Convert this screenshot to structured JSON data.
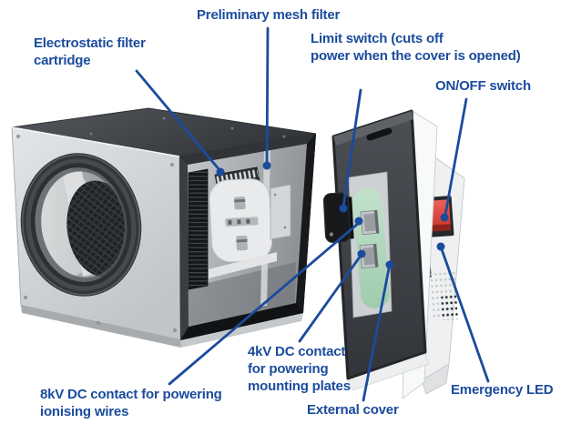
{
  "figure": {
    "type": "labeled-technical-diagram",
    "subject": "Electrostatic air filter unit with external cover removed",
    "colors": {
      "accent": "#1b4b9d",
      "background": "#ffffff",
      "switch_red": "#e2453e",
      "gasket_green": "#aed6bb",
      "housing_light": "#d6d9dc",
      "housing_dark": "#3c4045"
    },
    "callouts": [
      {
        "id": "electrostatic-filter-cartridge",
        "label": "Electrostatic filter\ncartridge"
      },
      {
        "id": "preliminary-mesh-filter",
        "label": "Preliminary mesh filter"
      },
      {
        "id": "limit-switch",
        "label": "Limit switch (cuts off\npower when the cover is opened)"
      },
      {
        "id": "on-off-switch",
        "label": "ON/OFF switch"
      },
      {
        "id": "contact-8kv",
        "label": "8kV DC contact for powering\nionising wires"
      },
      {
        "id": "contact-4kv",
        "label": "4kV DC contact\nfor powering\nmounting plates"
      },
      {
        "id": "external-cover",
        "label": "External cover"
      },
      {
        "id": "emergency-led",
        "label": "Emergency LED"
      }
    ]
  }
}
